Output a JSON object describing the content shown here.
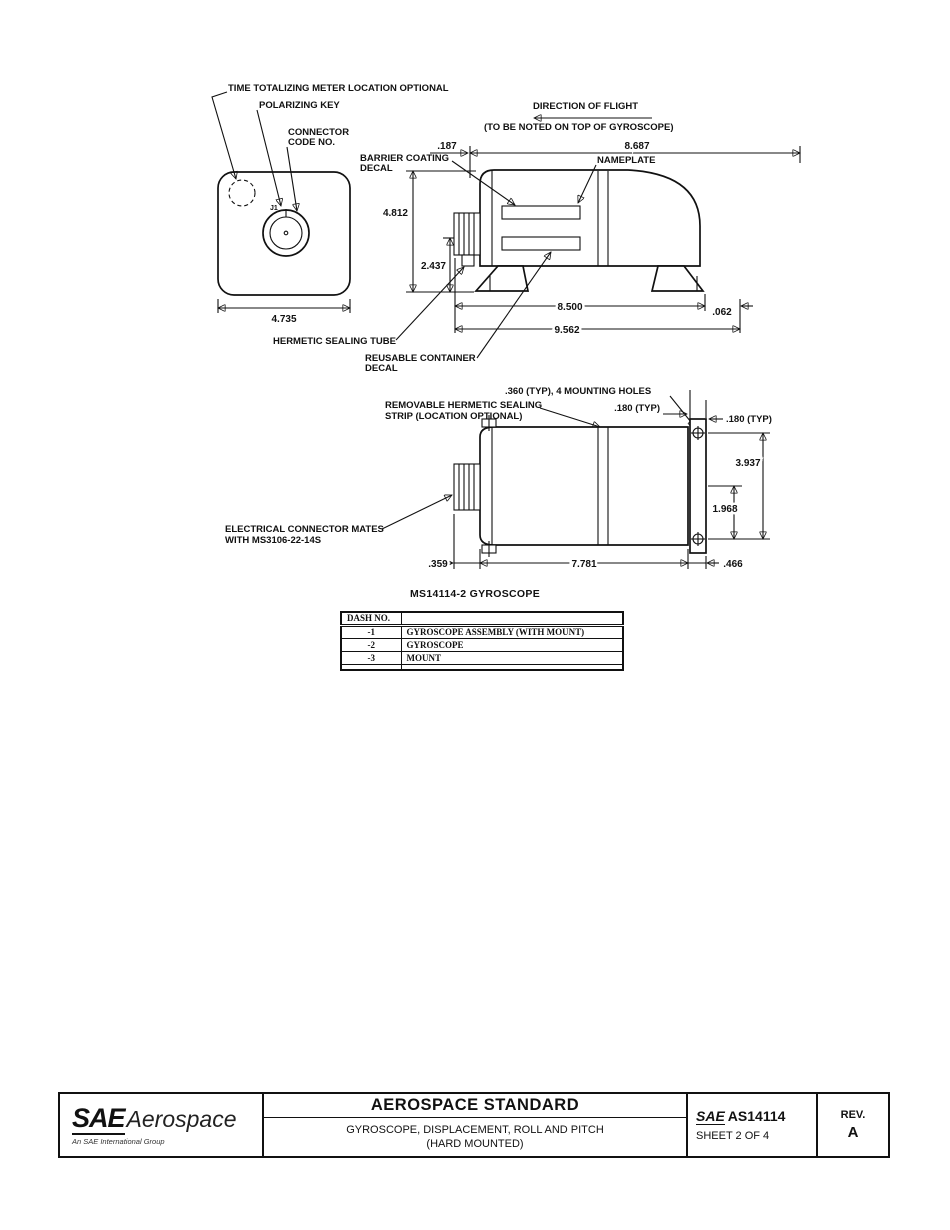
{
  "page": {
    "background": "#ffffff",
    "ink": "#111111"
  },
  "front_view": {
    "label_time_meter": "TIME TOTALIZING METER LOCATION OPTIONAL",
    "label_polarizing_key": "POLARIZING KEY",
    "label_connector_code_1": "CONNECTOR",
    "label_connector_code_2": "CODE NO.",
    "label_j1": "J1",
    "dim_width": "4.735"
  },
  "side_view": {
    "label_direction": "DIRECTION OF FLIGHT",
    "label_direction_note": "(TO BE NOTED ON TOP OF GYROSCOPE)",
    "dim_connector": ".187",
    "dim_overall": "8.687",
    "label_nameplate": "NAMEPLATE",
    "label_barrier_1": "BARRIER COATING",
    "label_barrier_2": "DECAL",
    "dim_height": "4.812",
    "dim_center_height": "2.437",
    "dim_base": "8.500",
    "dim_offset": ".062",
    "dim_total": "9.562",
    "label_hermetic_tube": "HERMETIC SEALING TUBE",
    "label_reusable_1": "REUSABLE CONTAINER",
    "label_reusable_2": "DECAL"
  },
  "bottom_view": {
    "label_mounting_holes": ".360 (TYP), 4 MOUNTING HOLES",
    "dim_typ_1": ".180 (TYP)",
    "dim_typ_2": ".180 (TYP)",
    "label_strip_1": "REMOVABLE HERMETIC SEALING",
    "label_strip_2": "STRIP (LOCATION OPTIONAL)",
    "dim_hole_span": "3.937",
    "dim_hole_half": "1.968",
    "label_connector_1": "ELECTRICAL CONNECTOR MATES",
    "label_connector_2": "WITH MS3106-22-14S",
    "dim_connector": ".359",
    "dim_body": "7.781",
    "dim_flange": ".466",
    "caption": "MS14114-2  GYROSCOPE"
  },
  "dash_table": {
    "header": "DASH NO.",
    "rows": [
      {
        "dash": "-1",
        "desc": "GYROSCOPE ASSEMBLY (WITH MOUNT)"
      },
      {
        "dash": "-2",
        "desc": "GYROSCOPE"
      },
      {
        "dash": "-3",
        "desc": "MOUNT"
      }
    ]
  },
  "title_block": {
    "logo_sae": "SAE",
    "logo_aerospace": "Aerospace",
    "logo_sub": "An SAE International Group",
    "title": "AEROSPACE STANDARD",
    "subtitle1": "GYROSCOPE, DISPLACEMENT, ROLL AND PITCH",
    "subtitle2": "(HARD MOUNTED)",
    "doc_sae": "SAE",
    "doc_number": "AS14114",
    "sheet_label": "SHEET 2 OF 4",
    "rev_label": "REV.",
    "rev_value": "A"
  }
}
